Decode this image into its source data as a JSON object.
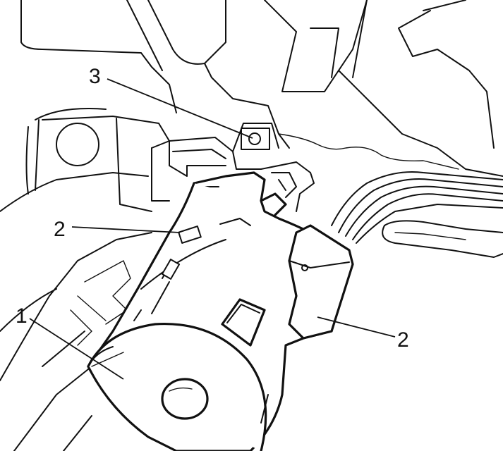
{
  "callouts": [
    {
      "label": "1"
    },
    {
      "label": "2"
    },
    {
      "label": "2"
    },
    {
      "label": "3"
    }
  ]
}
